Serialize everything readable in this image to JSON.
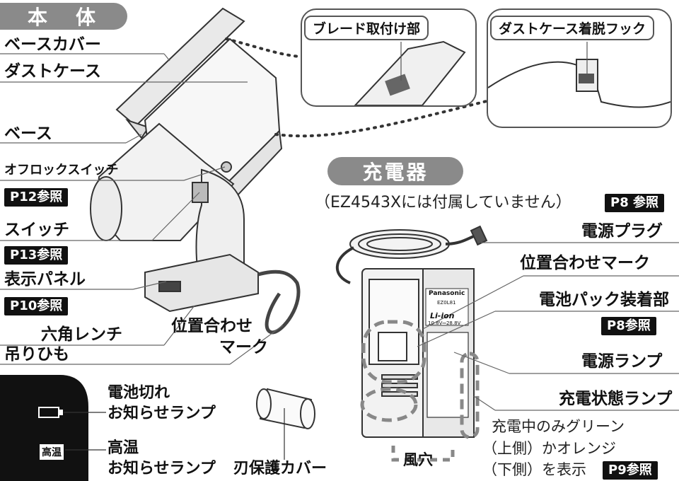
{
  "sections": {
    "body_title": "本　体",
    "charger_title": "充電器"
  },
  "tool_labels": {
    "base_cover": "ベースカバー",
    "dust_case": "ダストケース",
    "base": "ベース",
    "off_lock_switch": "オフロックスイッチ",
    "off_lock_ref": "P12参照",
    "switch": "スイッチ",
    "switch_ref": "P13参照",
    "display_panel": "表示パネル",
    "display_ref": "P10参照",
    "hex_wrench": "六角レンチ",
    "align_mark_line1": "位置合わせ",
    "align_mark_line2": "マーク",
    "strap": "吊りひも"
  },
  "insets": {
    "blade_mount": "ブレード取付け部",
    "dust_hook": "ダストケース着脱フック"
  },
  "charger": {
    "note": "（EZ4543Xには付属していません）",
    "note_ref": "P8 参照",
    "plug": "電源プラグ",
    "align_mark": "位置合わせマーク",
    "pack_mount": "電池パック装着部",
    "pack_ref": "P8参照",
    "power_lamp": "電源ランプ",
    "charge_lamp": "充電状態ランプ",
    "charge_desc_1": "充電中のみグリーン",
    "charge_desc_2": "（上側）かオレンジ",
    "charge_desc_3": "（下側）を表示",
    "charge_ref": "P9参照",
    "vent": "風穴",
    "brand": "Panasonic",
    "model": "EZ0L81",
    "liion": "Li-ion",
    "voltage": "10.8V⎓28.8V"
  },
  "panel": {
    "battery_lamp_1": "電池切れ",
    "battery_lamp_2": "お知らせランプ",
    "temp_icon": "高温",
    "temp_lamp_1": "高温",
    "temp_lamp_2": "お知らせランプ",
    "blade_cover": "刃保護カバー"
  }
}
